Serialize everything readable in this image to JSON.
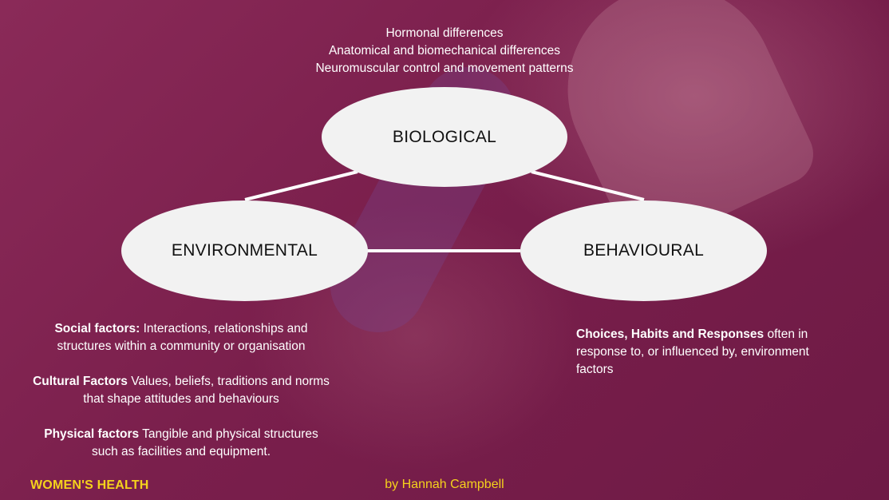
{
  "diagram": {
    "nodes": {
      "biological": "BIOLOGICAL",
      "environmental": "ENVIRONMENTAL",
      "behavioural": "BEHAVIOURAL"
    },
    "biological_factors": [
      "Hormonal differences",
      "Anatomical and biomechanical differences",
      "Neuromuscular control and movement patterns"
    ],
    "environmental_factors": [
      {
        "term": "Social factors:",
        "text": " Interactions, relationships and structures within a community or organisation"
      },
      {
        "term": "Cultural Factors",
        "text": " Values, beliefs, traditions and norms that shape attitudes and behaviours"
      },
      {
        "term": "Physical factors",
        "text": " Tangible and physical structures such as facilities and equipment."
      }
    ],
    "behavioural_factors": {
      "term": "Choices, Habits and Responses",
      "text": " often in response to, or influenced by, environment factors"
    }
  },
  "footer": {
    "brand": "WOMEN'S HEALTH",
    "author": "by Hannah Campbell"
  },
  "colors": {
    "background": "#7a1f4c",
    "ellipse_fill": "#f2f2f2",
    "connector": "#ffffff",
    "footer_text": "#f5d21c"
  }
}
